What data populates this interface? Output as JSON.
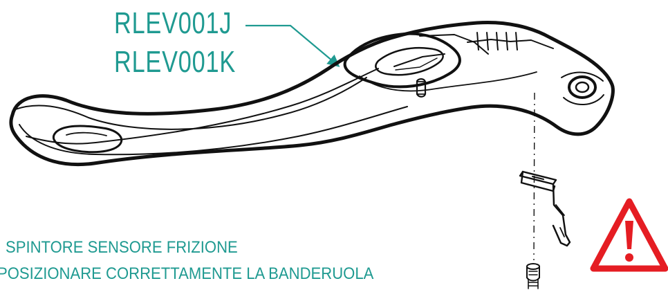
{
  "labels": {
    "part_code_1": "RLEV001J",
    "part_code_2": "RLEV001K",
    "note_line_1": "SPINTORE SENSORE FRIZIONE",
    "note_line_2": "POSIZIONARE CORRETTAMENTE LA BANDERUOLA"
  },
  "colors": {
    "annotation": "#1f9a91",
    "line_art": "#111111",
    "warning": "#e51d23"
  },
  "icons": {
    "warning": "warning-triangle-icon"
  }
}
